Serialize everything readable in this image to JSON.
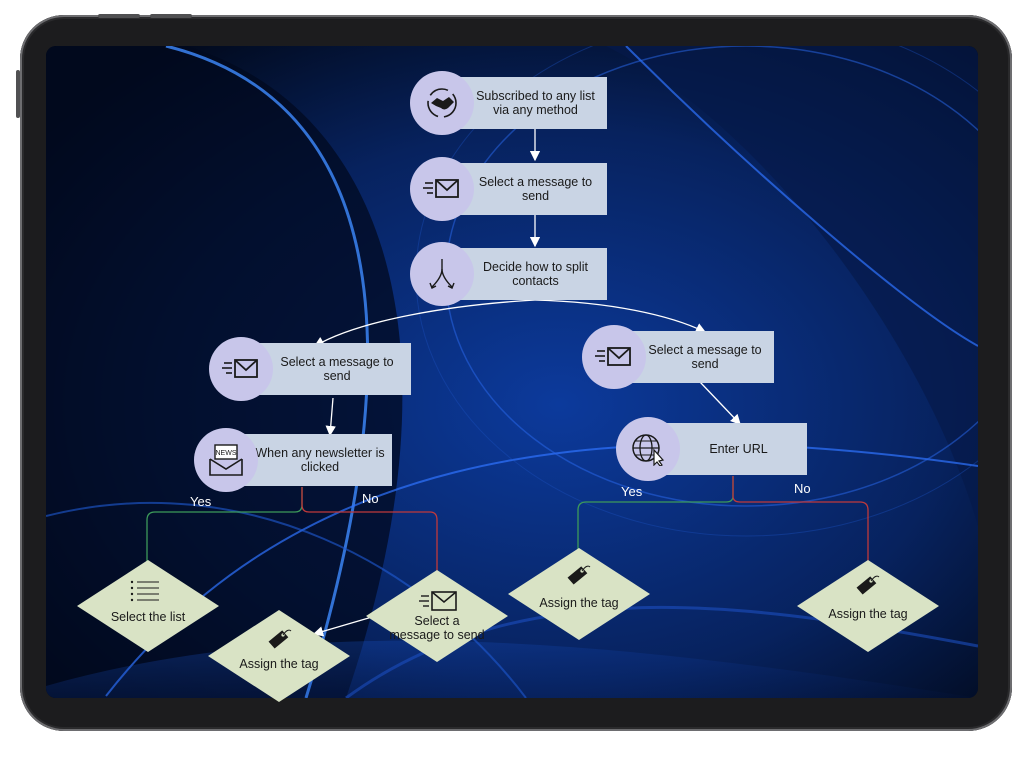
{
  "nodes": {
    "subscribed": "Subscribed to any list via any method",
    "select_message_1": "Select a message to send",
    "decide_split": "Decide how to split contacts",
    "select_message_left": "Select a message to send",
    "select_message_right": "Select a message to send",
    "newsletter_clicked": "When any newsletter is clicked",
    "enter_url": "Enter URL"
  },
  "actions": {
    "select_list": "Select the list",
    "assign_tag_1": "Assign the tag",
    "select_message_3": "Select a message to send",
    "assign_tag_2": "Assign the tag",
    "assign_tag_3": "Assign the tag"
  },
  "branches": {
    "yes_left": "Yes",
    "no_left": "No",
    "yes_right": "Yes",
    "no_right": "No"
  },
  "icons": {
    "newsletter_badge": "NEWS"
  },
  "colors": {
    "card": "#c9d4e4",
    "circle": "#c8c6ea",
    "diamond": "#d9e3c5",
    "yes_line": "#3d9a5a",
    "no_line": "#c0393b",
    "connector": "#ffffff"
  }
}
